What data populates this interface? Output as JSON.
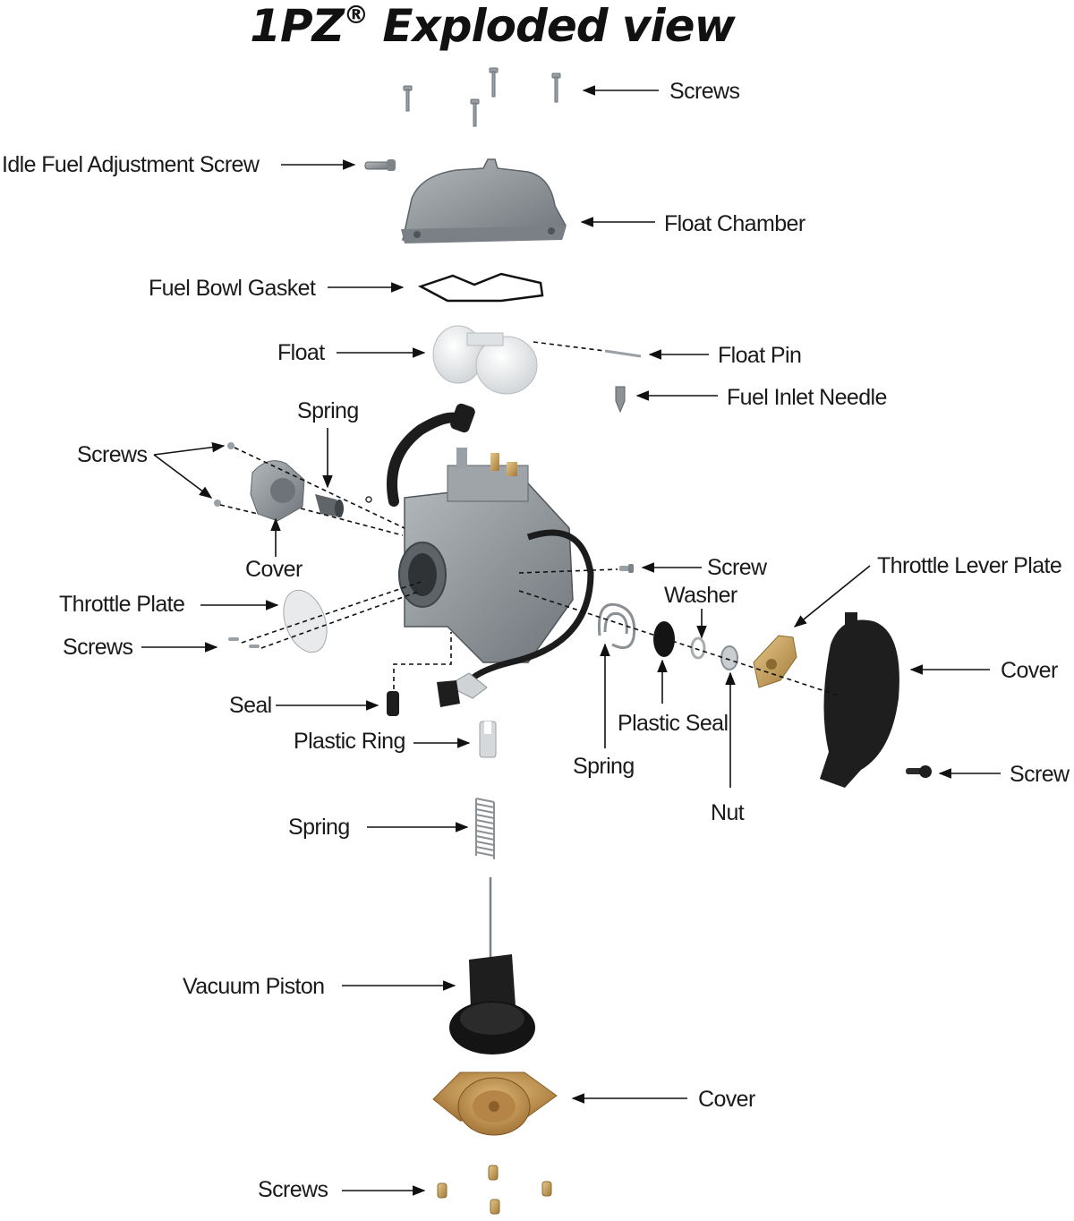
{
  "title": "1PZ",
  "title_mark": "®",
  "title_suffix": "Exploded view",
  "labels": {
    "screws_top": "Screws",
    "idle_screw": "Idle Fuel Adjustment Screw",
    "float_chamber": "Float Chamber",
    "gasket": "Fuel Bowl Gasket",
    "float": "Float",
    "float_pin": "Float Pin",
    "inlet_needle": "Fuel Inlet Needle",
    "spring_left": "Spring",
    "screws_left": "Screws",
    "cover_left": "Cover",
    "throttle_plate": "Throttle Plate",
    "screws_throttle": "Screws",
    "seal": "Seal",
    "plastic_ring": "Plastic Ring",
    "spring_mid": "Spring",
    "vacuum_piston": "Vacuum Piston",
    "cover_bottom": "Cover",
    "screws_bottom": "Screws",
    "screw_right": "Screw",
    "washer": "Washer",
    "throttle_lever": "Throttle Lever Plate",
    "cover_right": "Cover",
    "plastic_seal": "Plastic Seal",
    "spring_right": "Spring",
    "nut": "Nut",
    "screw_far_right": "Screw"
  },
  "colors": {
    "metal": "#8c9296",
    "metal_dark": "#5d6367",
    "black_part": "#1e1e1e",
    "brass": "#c9a45c",
    "copper": "#b9874a",
    "white_part": "#eef0f1"
  }
}
